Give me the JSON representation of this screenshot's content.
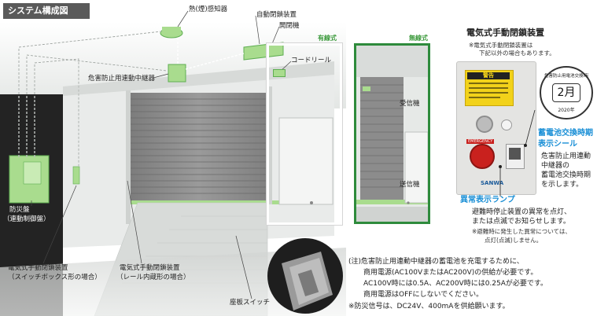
{
  "title": "システム構成図",
  "labels": {
    "heat_sensor": "熱(煙)感知器",
    "auto_closer": "自動閉鎖装置",
    "closer": "開閉機",
    "wired": "有線式",
    "cord_reel": "コードリール",
    "wireless": "無線式",
    "relay": "危害防止用連動中継器",
    "receiver": "受信機",
    "transmitter": "送信機",
    "panel_line1": "防災盤",
    "panel_line2": "（連動制御盤）",
    "switch_box_line1": "電気式手動閉鎖装置",
    "switch_box_line2": "（スイッチボックス形の場合）",
    "rail_line1": "電気式手動閉鎖装置",
    "rail_line2": "（レール内蔵形の場合）",
    "seat_switch": "座板スイッチ"
  },
  "device": {
    "heading": "電気式手動閉鎖装置",
    "sub_line1": "※電気式手動閉鎖装置は",
    "sub_line2": "下記以外の場合もあります。",
    "warning": "警告",
    "emergency": "EMERGENCY",
    "brand": "SANWA",
    "stamp_ring": "危害防止用電池交換時期",
    "stamp_month": "2月",
    "stamp_year": "2020年"
  },
  "battery_seal": {
    "title_line1": "蓄電池交換時期",
    "title_line2": "表示シール",
    "desc_line1": "危害防止用連動",
    "desc_line2": "中継器の",
    "desc_line3": "蓄電池交換時期",
    "desc_line4": "を示します。"
  },
  "lamp": {
    "title": "異常表示ランプ",
    "desc_line1": "避難時停止装置の異常を点灯、",
    "desc_line2": "または点滅でお知らせします。",
    "desc_line3": "※避難時に発生した異常については、",
    "desc_line4": "点灯(点滅)しません。"
  },
  "notes": [
    "(注)危害防止用連動中継器の蓄電池を充電するために、",
    "商用電源(AC100VまたはAC200V)の供給が必要です。",
    "AC100V時には0.5A、AC200V時には0.25Aが必要です。",
    "商用電源はOFFにしないでください。",
    "※防災信号は、DC24V、400mAを供給願います。"
  ],
  "colors": {
    "green": "#3c9a3c",
    "light_green": "#a9dc8e",
    "blue": "#1a8fd6",
    "dark": "#1e1e1e"
  }
}
